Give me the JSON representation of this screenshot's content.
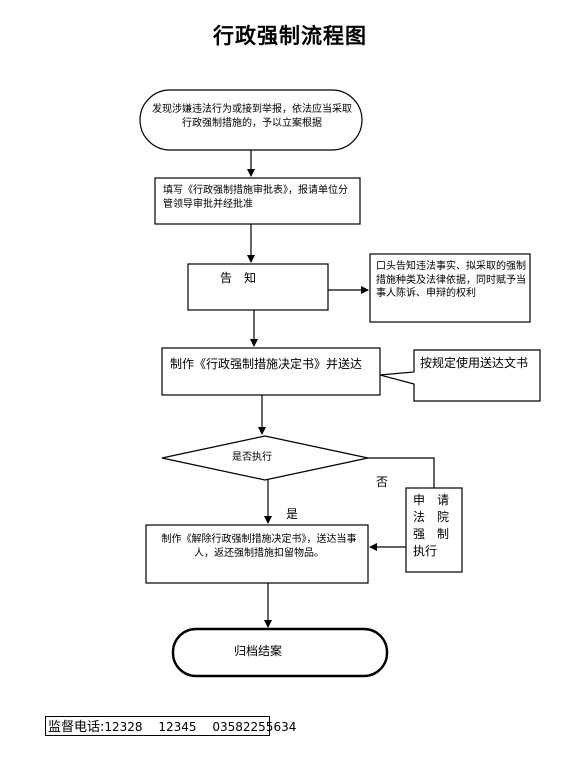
{
  "title": "行政强制流程图",
  "nodes": {
    "start": "发现涉嫌违法行为或接到举报，依法应当采取行政强制措施的，予以立案根据",
    "fill_form": "填写《行政强制措施审批表》，报请单位分管领导审批并经批准",
    "notify": "告　知",
    "notify_note": "口头告知违法事实、拟采取的强制措施种类及法律依据，同时赋予当事人陈诉、申辩的权利",
    "decision": "制作《行政强制措施决定书》并送达",
    "decision_note": "按规定使用送达文书",
    "execute_check": "是否执行",
    "no_label": "否",
    "yes_label": "是",
    "court": "申　请\n法　院\n强　制\n执行",
    "release": "制作《解除行政强制措施决定书》，送达当事人，返还强制措施扣留物品。",
    "end": "归档结案"
  },
  "footer": {
    "label": "监督电话:",
    "phones": "12328　 12345　 03582255634"
  }
}
